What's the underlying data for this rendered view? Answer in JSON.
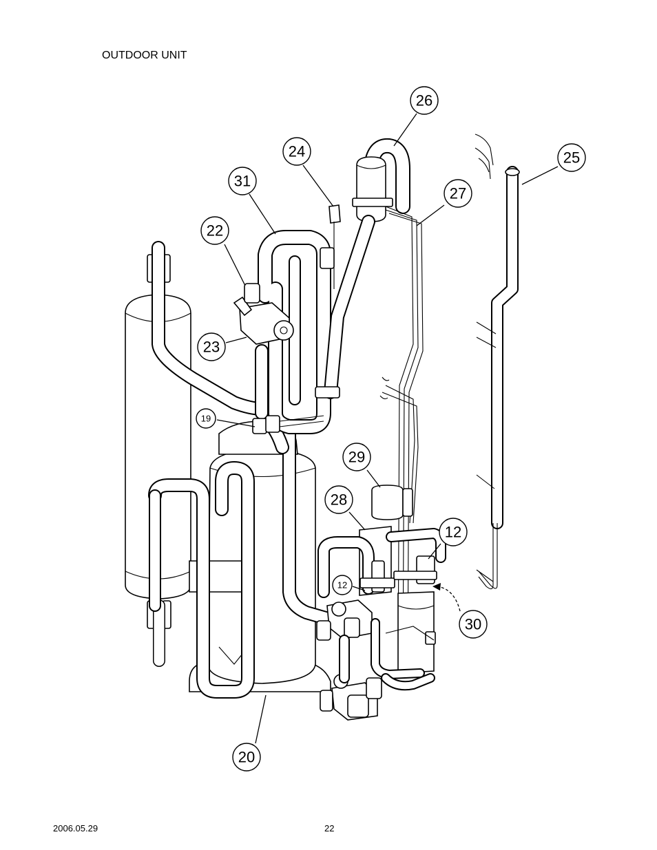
{
  "header": {
    "title": "OUTDOOR UNIT"
  },
  "footer": {
    "date": "2006.05.29",
    "page": "22"
  },
  "callouts": [
    {
      "id": "c26",
      "label": "26"
    },
    {
      "id": "c24",
      "label": "24"
    },
    {
      "id": "c25",
      "label": "25"
    },
    {
      "id": "c31",
      "label": "31"
    },
    {
      "id": "c27",
      "label": "27"
    },
    {
      "id": "c22",
      "label": "22"
    },
    {
      "id": "c23",
      "label": "23"
    },
    {
      "id": "c19",
      "label": "19"
    },
    {
      "id": "c29",
      "label": "29"
    },
    {
      "id": "c28",
      "label": "28"
    },
    {
      "id": "c12a",
      "label": "12"
    },
    {
      "id": "c12b",
      "label": "12"
    },
    {
      "id": "c30",
      "label": "30"
    },
    {
      "id": "c20",
      "label": "20"
    }
  ]
}
